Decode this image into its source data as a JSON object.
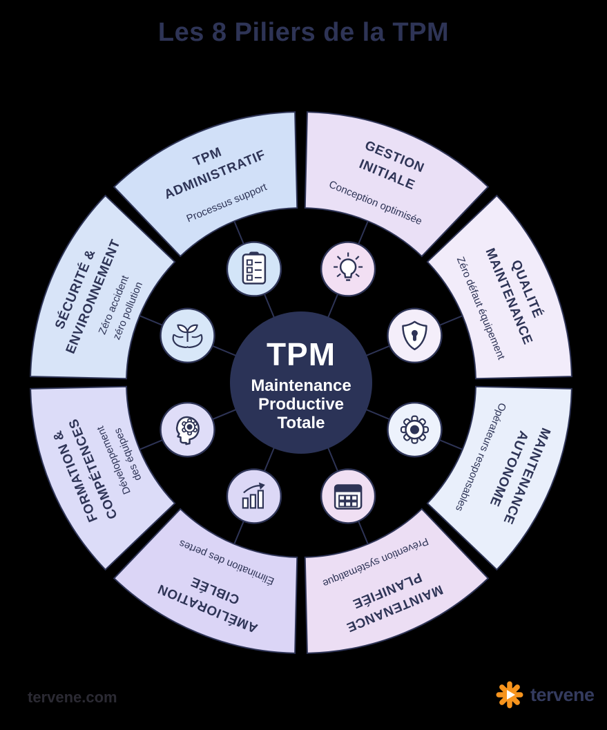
{
  "title": "Les 8 Piliers de la TPM",
  "center": {
    "acronym": "TPM",
    "label_lines": [
      "Maintenance",
      "Productive",
      "Totale"
    ],
    "bg": "#2b3357"
  },
  "segments": [
    {
      "id": "gestion-initiale",
      "title_lines": [
        "GESTION",
        "INITIALE"
      ],
      "subtitle_lines": [
        "Conception optimisée"
      ],
      "fill": "#eae0f6",
      "icon": "lightbulb-icon",
      "icon_fill": "#f2dff3"
    },
    {
      "id": "qualite-maintenance",
      "title_lines": [
        "QUALITÉ",
        "MAINTENANCE"
      ],
      "subtitle_lines": [
        "Zéro défaut équipement"
      ],
      "fill": "#f2ecfa",
      "icon": "shield-lock-icon",
      "icon_fill": "#f4eefa"
    },
    {
      "id": "maintenance-autonome",
      "title_lines": [
        "MAINTENANCE",
        "AUTONOME"
      ],
      "subtitle_lines": [
        "Opérateurs responsables"
      ],
      "fill": "#e9effb",
      "icon": "gear-icon",
      "icon_fill": "#edf2fc"
    },
    {
      "id": "maintenance-planifiee",
      "title_lines": [
        "MAINTENANCE",
        "PLANIFIÉE"
      ],
      "subtitle_lines": [
        "Prévention systématique"
      ],
      "fill": "#ecdef4",
      "icon": "calendar-icon",
      "icon_fill": "#f0dff3"
    },
    {
      "id": "amelioration-ciblee",
      "title_lines": [
        "AMÉLIORATION",
        "CIBLÉE"
      ],
      "subtitle_lines": [
        "Élimination des pertes"
      ],
      "fill": "#dbd5f6",
      "icon": "growth-chart-icon",
      "icon_fill": "#dcd8f6"
    },
    {
      "id": "formation-competences",
      "title_lines": [
        "FORMATION &",
        "COMPÉTENCES"
      ],
      "subtitle_lines": [
        "Développement",
        "des équipes"
      ],
      "fill": "#dcdcf8",
      "icon": "mind-gear-icon",
      "icon_fill": "#dfddf8"
    },
    {
      "id": "securite-environnement",
      "title_lines": [
        "SÉCURITÉ &",
        "ENVIRONNEMENT"
      ],
      "subtitle_lines": [
        "Zéro accident",
        "zéro pollution"
      ],
      "fill": "#d8e4f8",
      "icon": "hands-plant-icon",
      "icon_fill": "#d8e7f8"
    },
    {
      "id": "tpm-administratif",
      "title_lines": [
        "TPM",
        "ADMINISTRATIF"
      ],
      "subtitle_lines": [
        "Processus support"
      ],
      "fill": "#d1e0f8",
      "icon": "clipboard-icon",
      "icon_fill": "#d3e5f8"
    }
  ],
  "footer": {
    "website": "tervene.com",
    "brand": "tervene",
    "logo_color": "#f7941d"
  },
  "colors": {
    "outline": "#2e3456",
    "background": "#000000",
    "title_color": "#2e3456"
  }
}
